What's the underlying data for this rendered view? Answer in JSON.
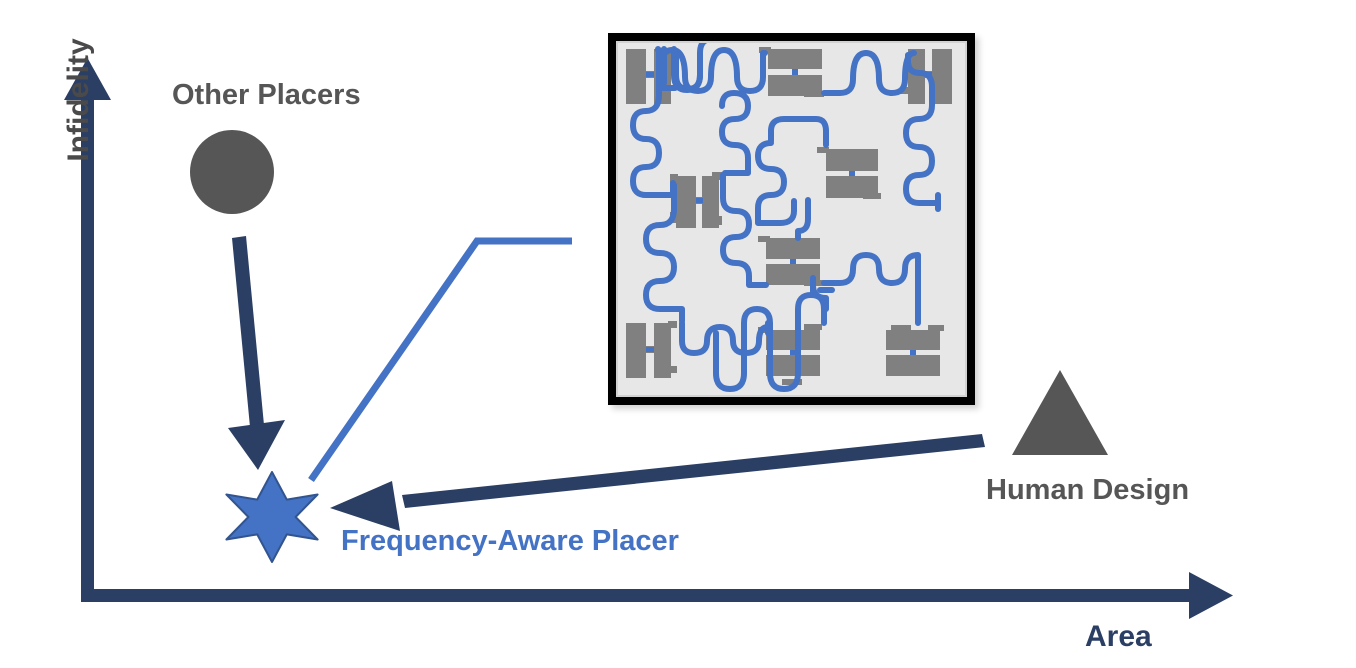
{
  "figure": {
    "type": "conceptual-scatter",
    "axes": {
      "y_label": "Infidelity",
      "x_label": "Area",
      "y_axis_direction": "up",
      "x_axis_direction": "right",
      "axis_color": "#2b3e64",
      "ticks": [],
      "gridlines": false
    },
    "points": [
      {
        "id": "other-placers",
        "label": "Other Placers",
        "marker": "circle",
        "color": "#565656",
        "x_rel": 0.13,
        "y_rel": 0.8,
        "meaning": "high infidelity, small area"
      },
      {
        "id": "frequency-aware-placer",
        "label": "Frequency-Aware Placer",
        "marker": "six-pointed-star",
        "color": "#4472c4",
        "x_rel": 0.16,
        "y_rel": 0.14,
        "meaning": "low infidelity, small area"
      },
      {
        "id": "human-design",
        "label": "Human Design",
        "marker": "triangle",
        "color": "#565656",
        "x_rel": 0.85,
        "y_rel": 0.28,
        "meaning": "low infidelity, large area"
      }
    ],
    "arrows": [
      {
        "id": "improvement-from-other-placers",
        "from": "other-placers",
        "to": "frequency-aware-placer",
        "color": "#2b3e64",
        "direction": "down"
      },
      {
        "id": "improvement-from-human-design",
        "from": "human-design",
        "to": "frequency-aware-placer",
        "color": "#2b3e64",
        "direction": "left"
      }
    ],
    "callout": {
      "id": "chip-callout",
      "from": "frequency-aware-placer",
      "to": "chip-layout",
      "color": "#4472c4"
    }
  },
  "chart_data": {
    "type": "scatter",
    "title": "",
    "xlabel": "Area",
    "ylabel": "Infidelity",
    "xlim": [
      0,
      1
    ],
    "ylim": [
      0,
      1
    ],
    "grid": false,
    "legend": "inline-annotations",
    "series": [
      {
        "name": "Other Placers",
        "marker": "circle",
        "color": "#565656",
        "x": [
          0.13
        ],
        "y": [
          0.8
        ]
      },
      {
        "name": "Frequency-Aware Placer",
        "marker": "star6",
        "color": "#4472c4",
        "x": [
          0.16
        ],
        "y": [
          0.14
        ]
      },
      {
        "name": "Human Design",
        "marker": "triangle",
        "color": "#565656",
        "x": [
          0.85
        ],
        "y": [
          0.28
        ]
      }
    ],
    "annotations": [
      "Other Placers",
      "Frequency-Aware Placer",
      "Human Design",
      "Area",
      "Infidelity"
    ]
  },
  "chip_layout": {
    "name": "superconducting-qubit-chip-layout",
    "border_color": "#000000",
    "substrate_color": "#e7e7e7",
    "pad_color": "#808080",
    "resonator_color": "#4472c4",
    "junction_color": "#4472c4",
    "description": "Square chip floorplan with gray qubit capacitor pads connected by meandering blue coplanar resonator traces"
  }
}
